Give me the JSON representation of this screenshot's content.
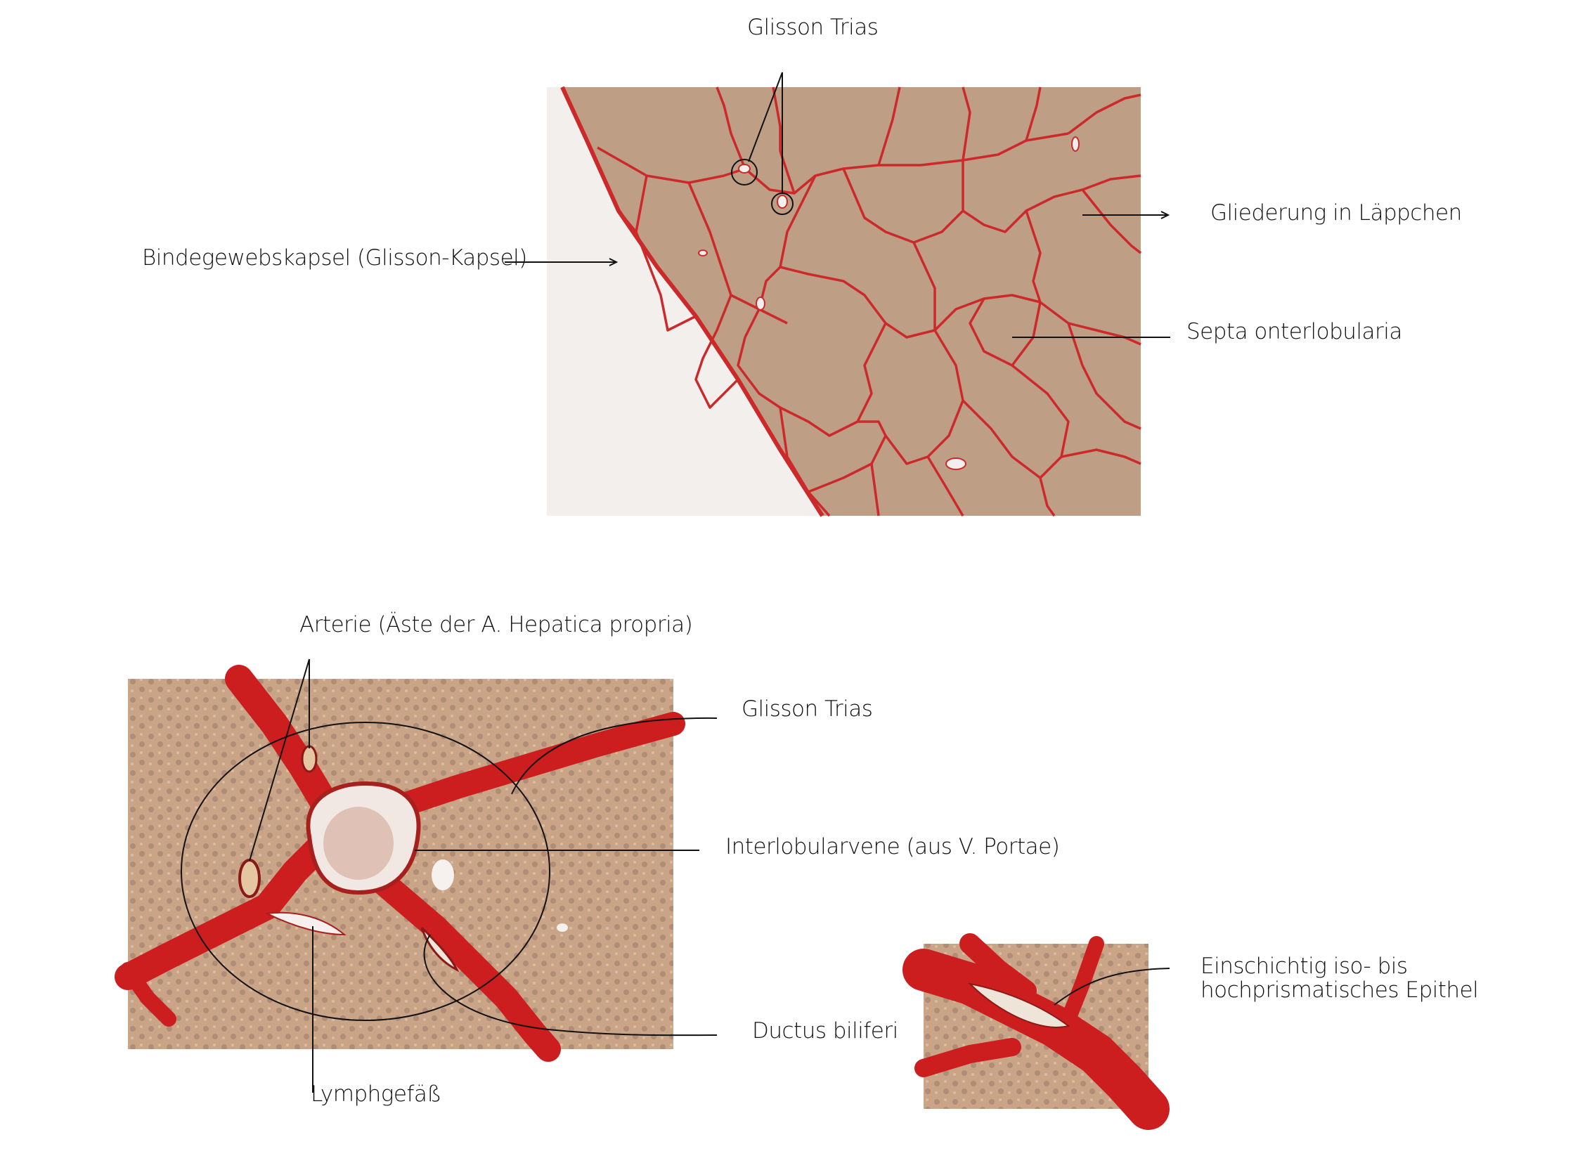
{
  "colors": {
    "tissue": "#bf9e86",
    "tissue_light": "#caa892",
    "septa": "#cc2a2a",
    "background_slide": "#f3efed",
    "annotation_line": "#111111"
  },
  "top_figure": {
    "labels": {
      "glisson_trias": "Glisson Trias",
      "gliederung": "Gliederung in Läppchen",
      "bindegewebskapsel": "Bindegewebskapsel (Glisson-Kapsel)",
      "septa": "Septa onterlobularia"
    }
  },
  "bottom_figure": {
    "labels": {
      "arterie": "Arterie (Äste der A. Hepatica propria)",
      "glisson_trias": "Glisson Trias",
      "interlobularvene": "Interlobularvene (aus V. Portae)",
      "ductus": "Ductus biliferi",
      "lymphgefaess": "Lymphgefäß"
    }
  },
  "inset_figure": {
    "labels": {
      "epithel_line1": "Einschichtig iso- bis",
      "epithel_line2": "hochprismatisches Epithel"
    }
  }
}
